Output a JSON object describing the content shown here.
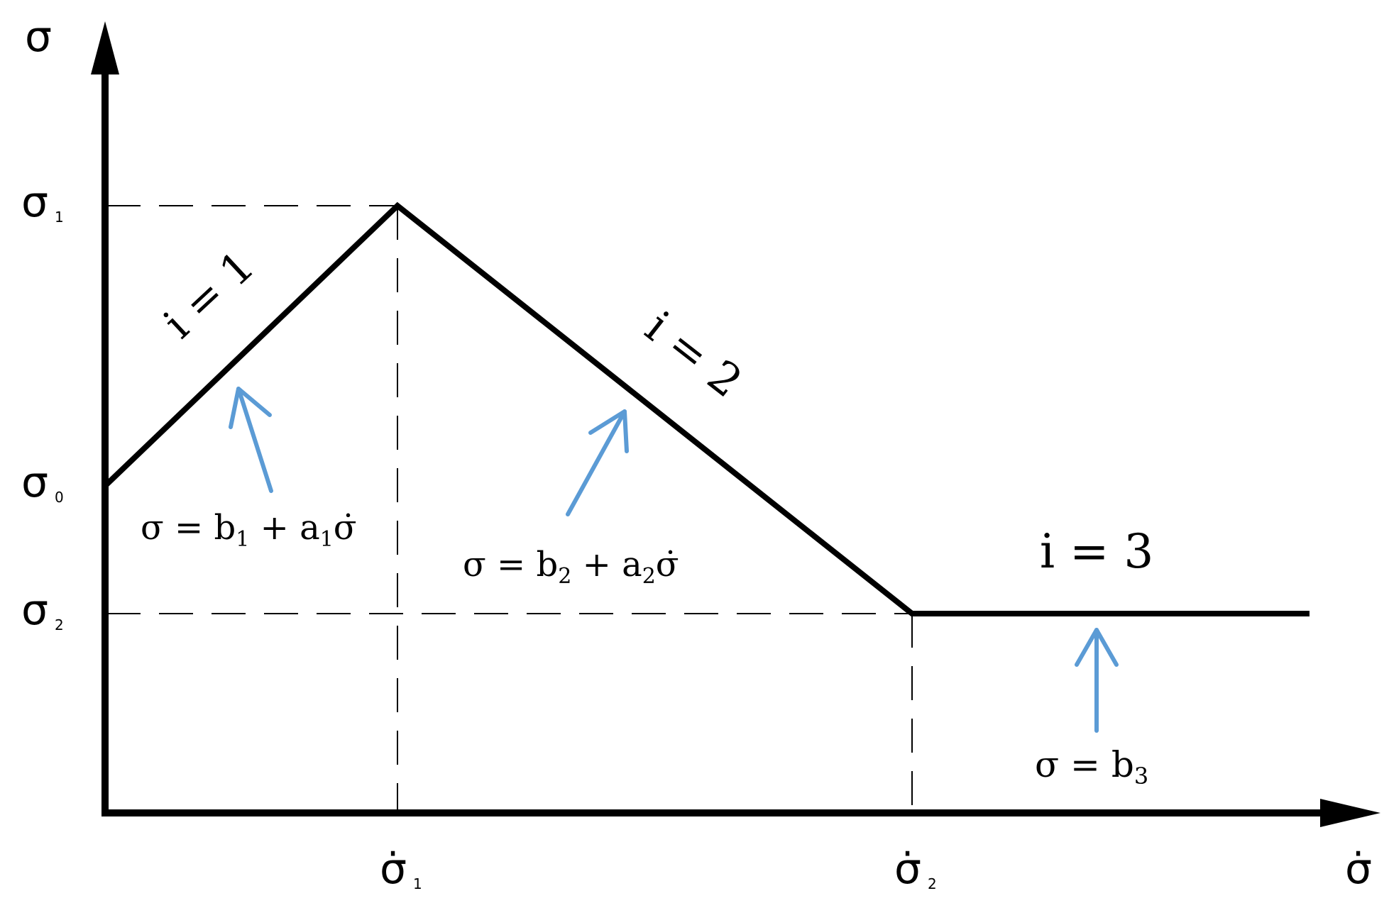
{
  "axes": {
    "y_symbol": "σ",
    "x_symbol": "σ̇"
  },
  "y_ticks": [
    {
      "base": "σ",
      "sub": "1"
    },
    {
      "base": "σ",
      "sub": "0"
    },
    {
      "base": "σ",
      "sub": "2"
    }
  ],
  "x_ticks": [
    {
      "base": "σ̇",
      "sub": "1"
    },
    {
      "base": "σ̇",
      "sub": "2"
    }
  ],
  "regions": [
    {
      "label": "i = 1",
      "equation": {
        "base": "σ = b",
        "s1": "1",
        "mid": " + a",
        "s2": "1",
        "tail": "σ̇"
      }
    },
    {
      "label": "i = 2",
      "equation": {
        "base": "σ = b",
        "s1": "2",
        "mid": " + a",
        "s2": "2",
        "tail": "σ̇"
      }
    },
    {
      "label": "i = 3",
      "equation": {
        "base": "σ = b",
        "s1": "3"
      }
    }
  ],
  "colors": {
    "line": "#000000",
    "arrow": "#5b9bd5"
  }
}
